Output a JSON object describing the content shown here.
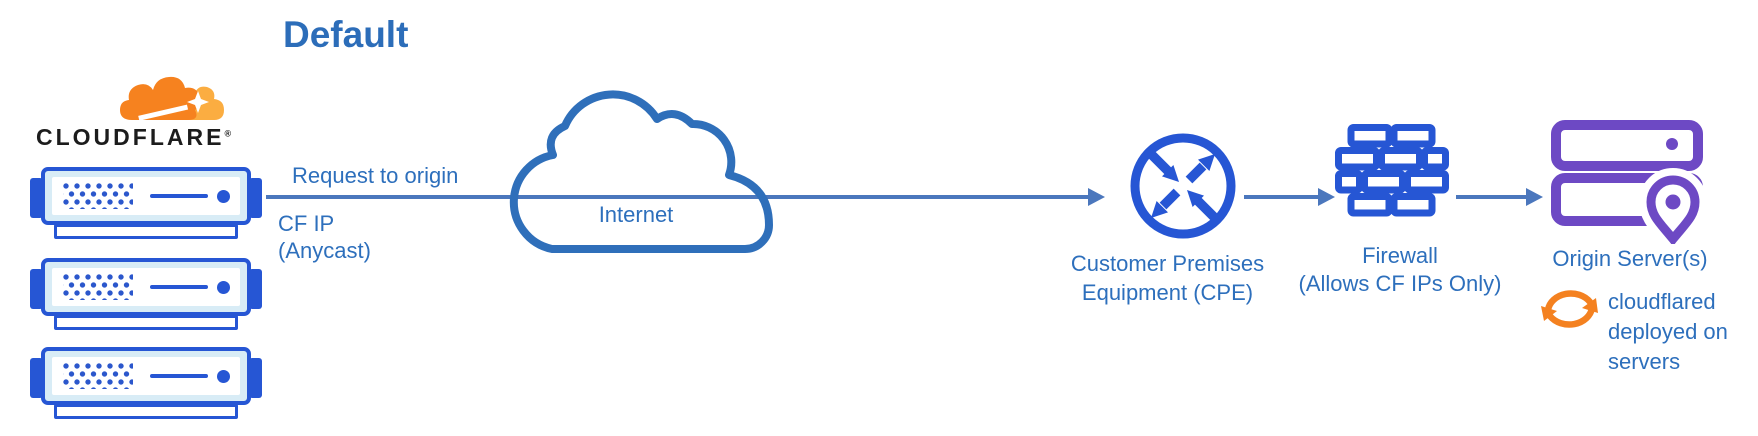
{
  "title": "Default",
  "cloudflare": {
    "wordmark": "CLOUDFLARE",
    "registered": "®",
    "server_count": 3
  },
  "request": {
    "label": "Request to origin",
    "source_line1": "CF IP",
    "source_line2": "(Anycast)"
  },
  "internet": {
    "label": "Internet"
  },
  "cpe": {
    "line1": "Customer Premises",
    "line2": "Equipment (CPE)"
  },
  "firewall": {
    "line1": "Firewall",
    "line2": "(Allows CF IPs Only)"
  },
  "origin": {
    "label": "Origin Server(s)"
  },
  "cloudflared": {
    "line1": "cloudflared",
    "line2": "deployed on",
    "line3": "servers"
  },
  "colors": {
    "title_blue": "#2c6db9",
    "label_blue": "#2d6fbc",
    "icon_blue": "#2656d4",
    "arrow_blue": "#4b77bd",
    "cloud_outline_blue": "#2f6fba",
    "origin_purple": "#6d49c4",
    "cloudflare_orange": "#f6821f",
    "cloudflare_light_orange": "#fbad41",
    "cloudflared_orange": "#f48120",
    "server_fill": "#d8ecf6"
  }
}
